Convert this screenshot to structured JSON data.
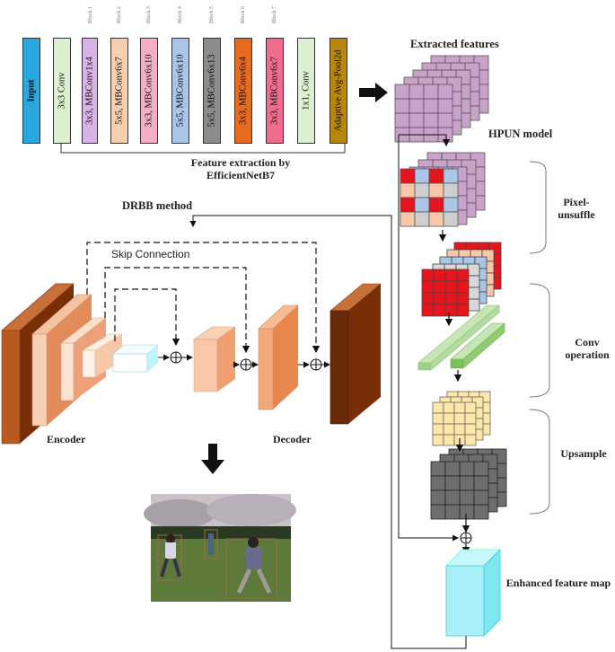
{
  "efficientnet": {
    "blocks": [
      {
        "label": "Input",
        "color": "#29a8e0",
        "tag": ""
      },
      {
        "label": "3x3 Conv",
        "color": "#dcefd0",
        "tag": ""
      },
      {
        "label": "3x3, MBConv1x4",
        "color": "#d9b3e6",
        "tag": "Block 1"
      },
      {
        "label": "5x5, MBConv6x7",
        "color": "#f8cfae",
        "tag": "Block 2"
      },
      {
        "label": "3x3, MBConv6x10",
        "color": "#f4aec8",
        "tag": "Block 3"
      },
      {
        "label": "5x5, MBConv6x10",
        "color": "#a9c5e8",
        "tag": "Block 4"
      },
      {
        "label": "5x5, MBConv6x13",
        "color": "#8c8c8c",
        "tag": "Block 5"
      },
      {
        "label": "3x3, MBConv6x4",
        "color": "#e66b1e",
        "tag": "Block 6"
      },
      {
        "label": "3x3, MBConv6x7",
        "color": "#f06b8e",
        "tag": "Block 7"
      },
      {
        "label": "1x1, Conv",
        "color": "#dcefd0",
        "tag": ""
      },
      {
        "label": "Adaptive Avg-Pool2d",
        "color": "#b8860b",
        "tag": ""
      }
    ],
    "caption_line1": "Feature extraction by",
    "caption_line2": "EfficientNetB7"
  },
  "hpun": {
    "extracted_features": "Extracted features",
    "model_title": "HPUN model",
    "pixel_unshuffle": "Pixel-unsuffle",
    "conv_operation": "Conv operation",
    "upsample": "Upsample",
    "enhanced_feature_map": "Enhanced feature map"
  },
  "drbb": {
    "title": "DRBB method",
    "skip_connection": "Skip Connection",
    "encoder": "Encoder",
    "decoder": "Decoder"
  },
  "output_image": {
    "description_icon": "detection-result-photo"
  },
  "colors": {
    "purple_grid": "#c8a2c8",
    "red": "#e8141c",
    "blue": "#a9c5e8",
    "peach": "#f7c8a8",
    "green": "#9fd18a",
    "yellow": "#fde7a8",
    "gray": "#7a7a7a",
    "cyan": "#a8f0f8",
    "brown": "#8b3a0f",
    "orange": "#f0a070"
  }
}
